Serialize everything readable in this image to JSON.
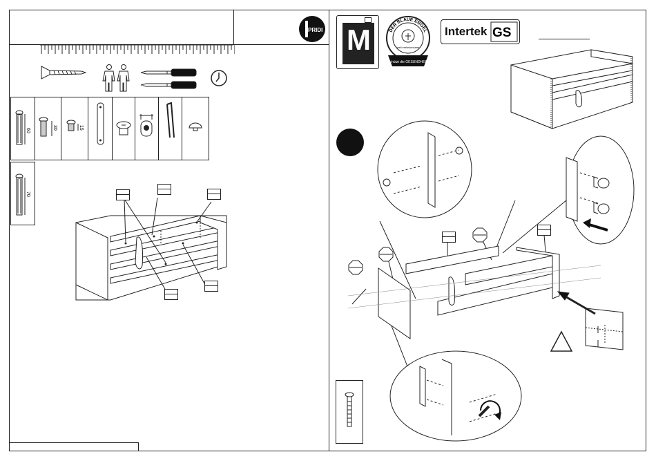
{
  "brand": {
    "name": "PRIDI"
  },
  "parts": {
    "dims": [
      "60",
      "30",
      "15",
      "70"
    ]
  },
  "certifications": {
    "blue_angel_top": "DER BLAUE ENGEL",
    "blue_angel_sub": "weil emissionsarm",
    "blue_angel_bottom": "schützt die GESUNDHEIT",
    "intertek": "Intertek",
    "gs": "GS",
    "m_mark": "M"
  },
  "icons": [
    "screw-icon",
    "two-persons-icon",
    "screwdriver-icon",
    "clock-icon",
    "warning-icon",
    "rotate-icon"
  ]
}
